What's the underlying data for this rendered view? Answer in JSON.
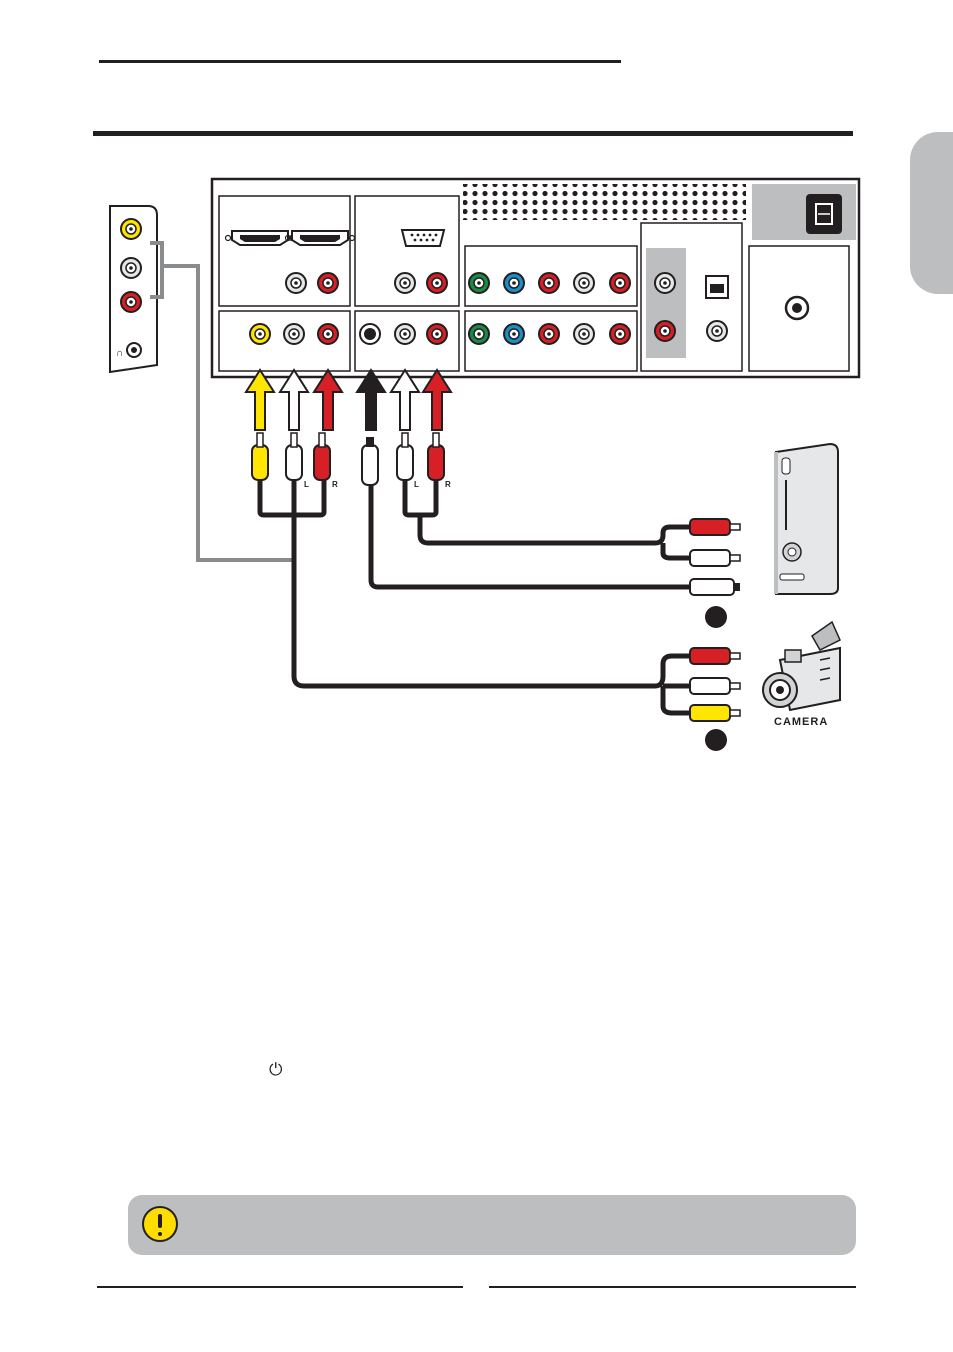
{
  "page": {
    "side_tab_color": "#bdbebf",
    "power_icon_glyph": "⏻",
    "note_icon": "exclamation-icon",
    "note_color": "#bdbebf",
    "note_icon_color": "#ffdd00"
  },
  "diagram": {
    "plug_labels": [
      "L",
      "R",
      "L",
      "R"
    ],
    "camera_label": "CAMERA",
    "connector_colors": {
      "video": "#ffe600",
      "audio_left": "#ffffff",
      "audio_right": "#d71f26",
      "s_video": "#231f20",
      "component_green": "#1a8b45",
      "component_blue": "#1b8fc8",
      "component_red": "#d71f26",
      "panel": "#bdbebf",
      "cable": "#231f20",
      "side_cable": "#8a8b8d"
    }
  }
}
